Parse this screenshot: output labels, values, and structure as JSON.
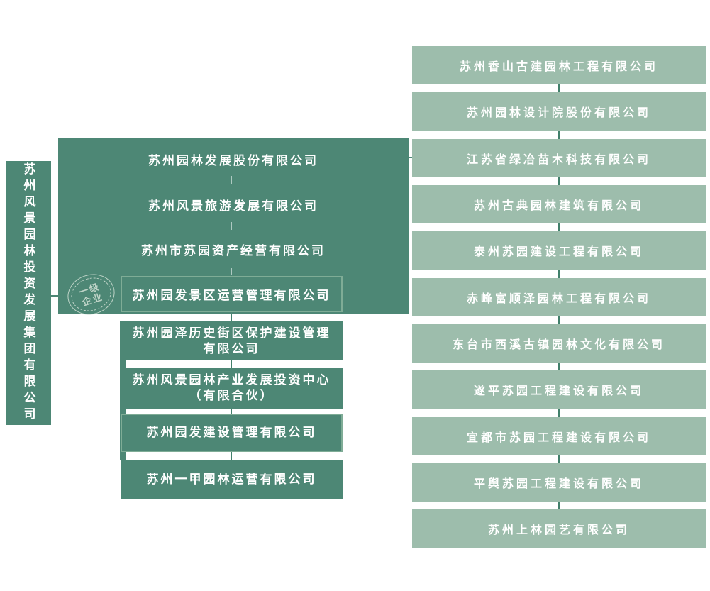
{
  "root": {
    "label": "苏州风景园林投资发展集团有限公司"
  },
  "stamp": {
    "line1": "一级",
    "line2": "企业"
  },
  "tier1": [
    {
      "label": "苏州园林发展股份有限公司",
      "bordered": false
    },
    {
      "label": "苏州风景旅游发展有限公司",
      "bordered": false
    },
    {
      "label": "苏州市苏园资产经营有限公司",
      "bordered": false
    },
    {
      "label": "苏州园发景区运营管理有限公司",
      "bordered": true
    }
  ],
  "tier1_lower": [
    {
      "label": "苏州园泽历史街区保护建设管理\n有限公司",
      "bordered": false
    },
    {
      "label": "苏州风景园林产业发展投资中心\n（有限合伙）",
      "bordered": false
    },
    {
      "label": "苏州园发建设管理有限公司",
      "bordered": true
    },
    {
      "label": "苏州一甲园林运营有限公司",
      "bordered": false
    }
  ],
  "tier2": [
    "苏州香山古建园林工程有限公司",
    "苏州园林设计院股份有限公司",
    "江苏省绿冶苗木科技有限公司",
    "苏州古典园林建筑有限公司",
    "泰州苏园建设工程有限公司",
    "赤峰富顺泽园林工程有限公司",
    "东台市西溪古镇园林文化有限公司",
    "遂平苏园工程建设有限公司",
    "宜都市苏园工程建设有限公司",
    "平舆苏园工程建设有限公司",
    "苏州上林园艺有限公司"
  ],
  "colors": {
    "dark": "#4d8775",
    "light": "#9dbdac",
    "edge": "#7fac96",
    "ink": "#bed3c7",
    "dash": "#41806b",
    "innerdash": "rgba(255,255,255,0.55)"
  }
}
